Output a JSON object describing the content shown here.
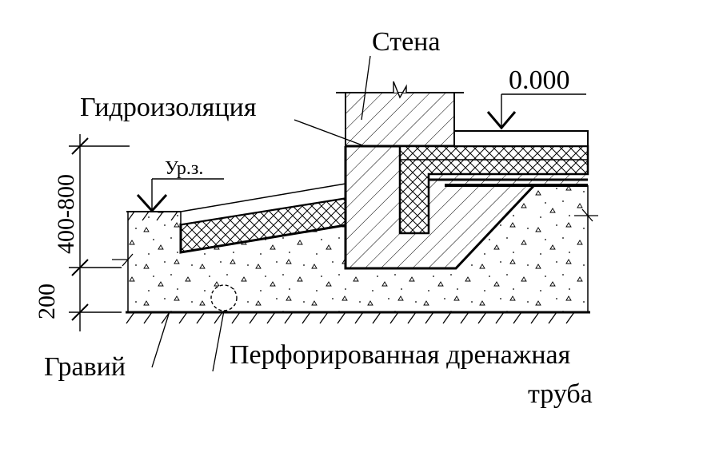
{
  "labels": {
    "wall": "Стена",
    "elevation": "0.000",
    "waterproofing": "Гидроизоляция",
    "ground_level": "Ур.з.",
    "dim_upper": "400-800",
    "dim_lower": "200",
    "gravel": "Гравий",
    "drain_pipe_line1": "Перфорированная дренажная",
    "drain_pipe_line2": "труба"
  }
}
